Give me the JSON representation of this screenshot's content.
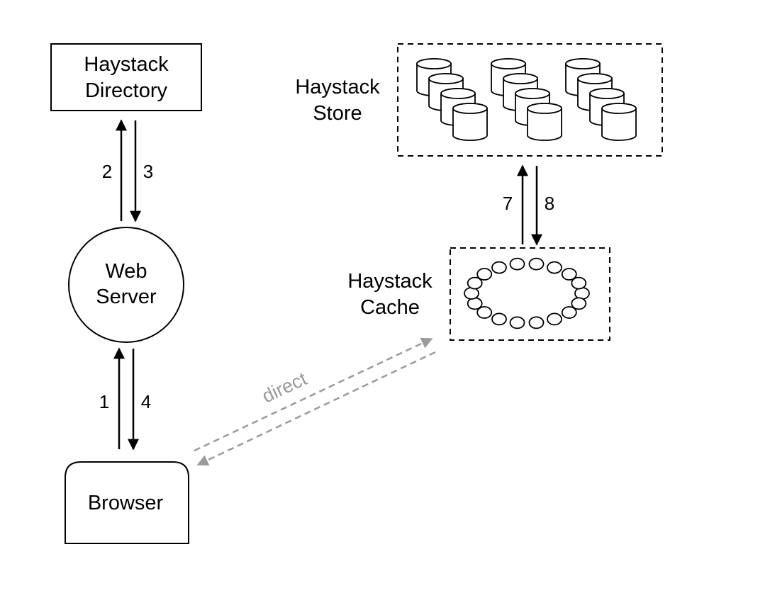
{
  "nodes": {
    "directory": {
      "line1": "Haystack",
      "line2": "Directory"
    },
    "web_server": {
      "line1": "Web",
      "line2": "Server"
    },
    "browser": {
      "label": "Browser"
    },
    "store": {
      "line1": "Haystack",
      "line2": "Store"
    },
    "cache": {
      "line1": "Haystack",
      "line2": "Cache"
    }
  },
  "edges": {
    "step1": "1",
    "step2": "2",
    "step3": "3",
    "step4": "4",
    "step7": "7",
    "step8": "8",
    "direct": "direct"
  },
  "colors": {
    "stroke": "#000000",
    "direct_arrow": "#9a9a9a"
  },
  "icons": {
    "store_item": "disk-cylinder-icon",
    "cache_item": "cache-node-icon"
  }
}
